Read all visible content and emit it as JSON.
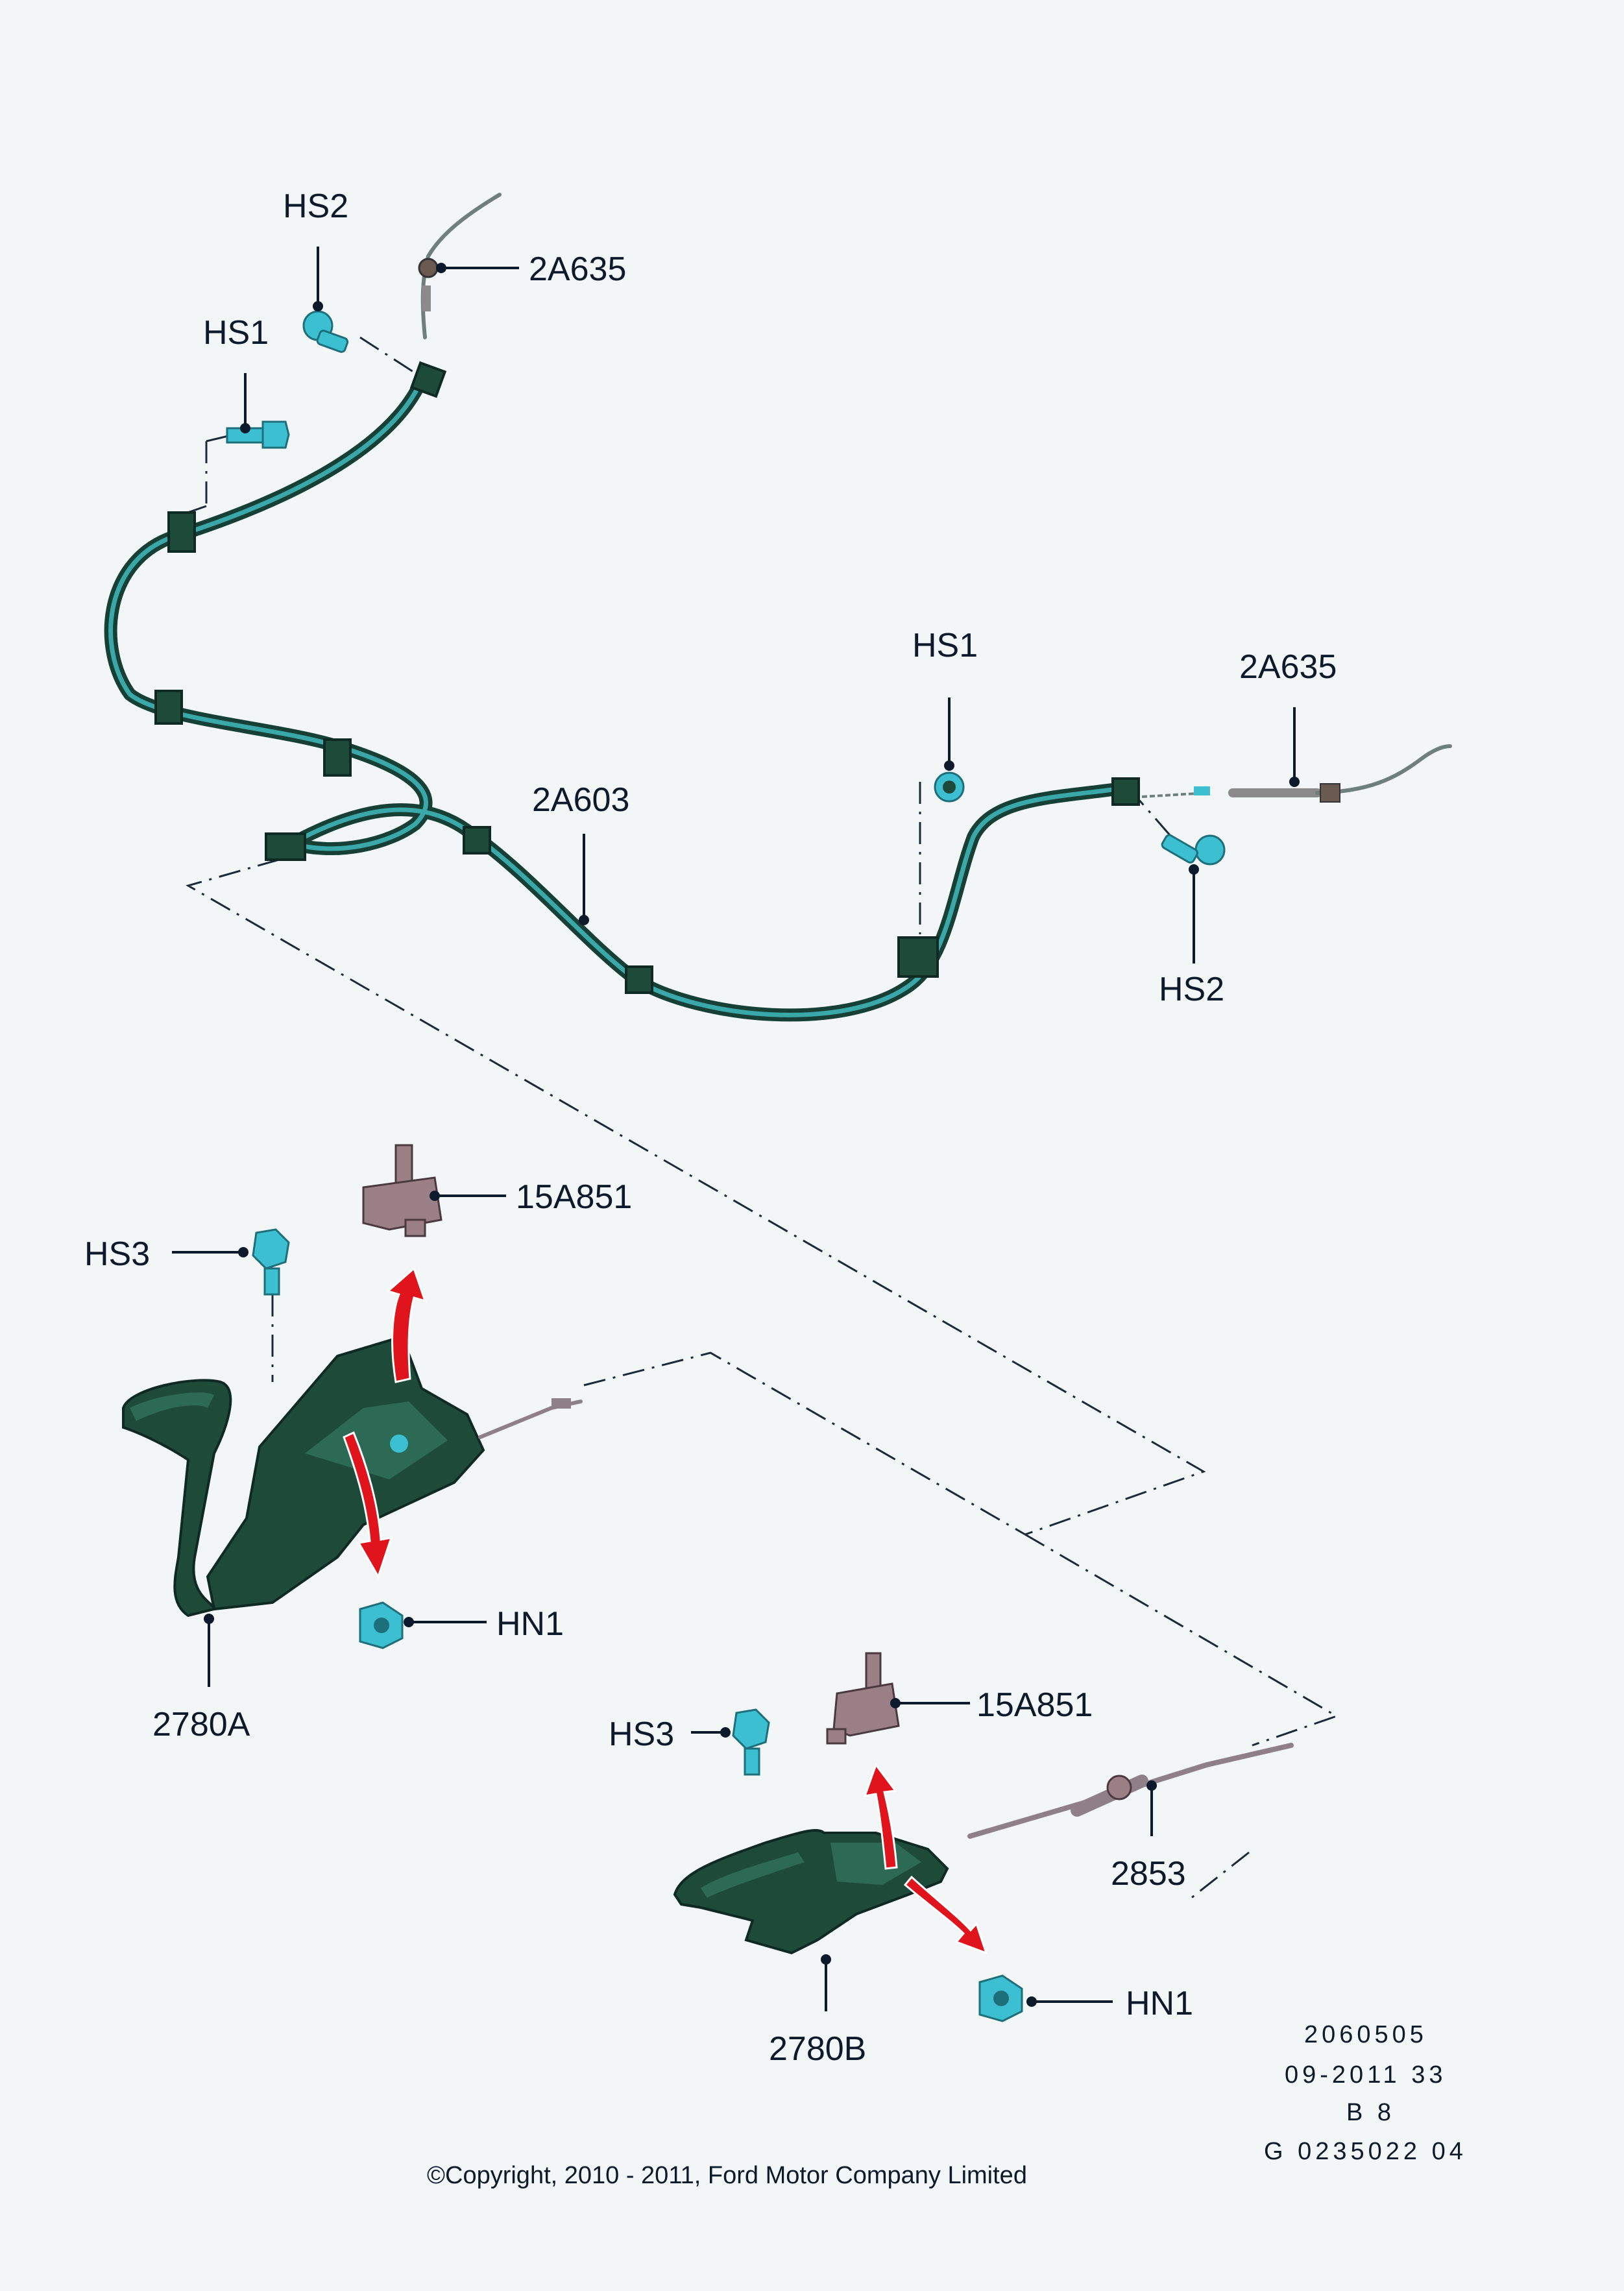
{
  "labels": {
    "hs2_top": "HS2",
    "cable_2a635_top": "2A635",
    "hs1_top": "HS1",
    "hs1_right": "HS1",
    "cable_2a635_right": "2A635",
    "cable_2a603": "2A603",
    "hs2_right": "HS2",
    "switch_15a851_a": "15A851",
    "hs3_a": "HS3",
    "hn1_a": "HN1",
    "lever_2780a": "2780A",
    "switch_15a851_b": "15A851",
    "hs3_b": "HS3",
    "cable_2853": "2853",
    "hn1_b": "HN1",
    "lever_2780b": "2780B"
  },
  "reference": {
    "line1": "2060505",
    "line2": "09-2011 33",
    "line3": "B 8",
    "line4": "G 0235022 04"
  },
  "copyright": "©Copyright, 2010 - 2011, Ford Motor Company Limited",
  "colors": {
    "background": "#f3f6f6",
    "cable": "#1f6a5a",
    "cable_highlight": "#3aa8a8",
    "fastener": "#3cbfd0",
    "lever_body": "#1e4a3a",
    "switch": "#9a7f86",
    "direction_arrow": "#e0141c"
  },
  "icons": {
    "fastener": "hex-bolt-icon",
    "nut": "hex-nut-icon",
    "direction": "red-arrow-icon"
  }
}
